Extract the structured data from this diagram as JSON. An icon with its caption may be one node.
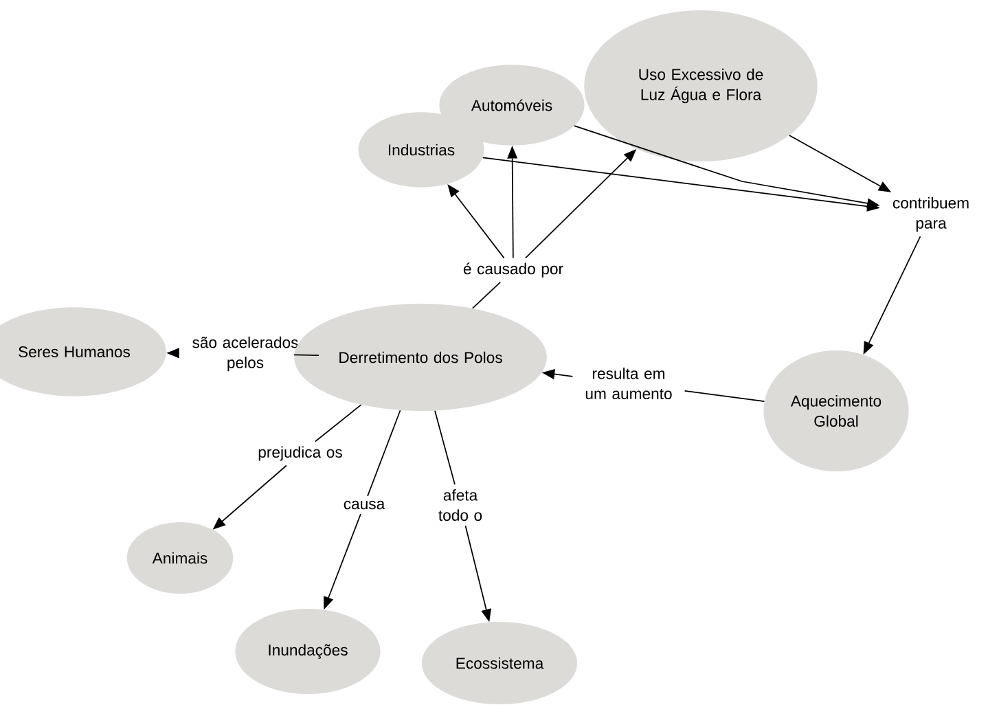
{
  "diagram": {
    "nodes": [
      {
        "text": [
          "Uso Excessivo de Luz Água e Flora"
        ]
      },
      {
        "text": [
          "Automóveis"
        ]
      },
      {
        "text": [
          "Industrias"
        ]
      },
      {
        "text": [
          "contribuem para"
        ]
      },
      {
        "text": [
          "é causado por"
        ]
      },
      {
        "text": [
          "Seres Humanos"
        ]
      },
      {
        "text": [
          "são acelerados pelos"
        ]
      },
      {
        "text": [
          "Derretimento dos Polos"
        ]
      },
      {
        "text": [
          "resulta em um aumento"
        ]
      },
      {
        "text": [
          "Aquecimento Global"
        ]
      },
      {
        "text": [
          "prejudica os"
        ]
      },
      {
        "text": [
          "causa"
        ]
      },
      {
        "text": [
          "afeta todo o"
        ]
      },
      {
        "text": [
          "Animais"
        ]
      },
      {
        "text": [
          "Inundações"
        ]
      },
      {
        "text": [
          "Ecossistema"
        ]
      }
    ],
    "edges": [
      {
        "from": 7,
        "to": 4,
        "arrow": "none"
      },
      {
        "from": 4,
        "to": 2,
        "arrow": "to"
      },
      {
        "from": 4,
        "to": 1,
        "arrow": "to"
      },
      {
        "from": 4,
        "to": 0,
        "arrow": "to"
      },
      {
        "from": 1,
        "to": 3,
        "arrow": "to"
      },
      {
        "from": 2,
        "to": 3,
        "arrow": "to"
      },
      {
        "from": 0,
        "to": 3,
        "arrow": "to"
      },
      {
        "from": 3,
        "to": 9,
        "arrow": "to"
      },
      {
        "from": 9,
        "to": 8,
        "arrow": "none"
      },
      {
        "from": 8,
        "to": 7,
        "arrow": "to"
      },
      {
        "from": 7,
        "to": 6,
        "arrow": "none"
      },
      {
        "from": 6,
        "to": 5,
        "arrow": "to"
      },
      {
        "from": 7,
        "to": 10,
        "arrow": "none"
      },
      {
        "from": 10,
        "to": 13,
        "arrow": "to"
      },
      {
        "from": 7,
        "to": 11,
        "arrow": "none"
      },
      {
        "from": 11,
        "to": 14,
        "arrow": "to"
      },
      {
        "from": 7,
        "to": 12,
        "arrow": "none"
      },
      {
        "from": 12,
        "to": 15,
        "arrow": "to"
      }
    ]
  }
}
